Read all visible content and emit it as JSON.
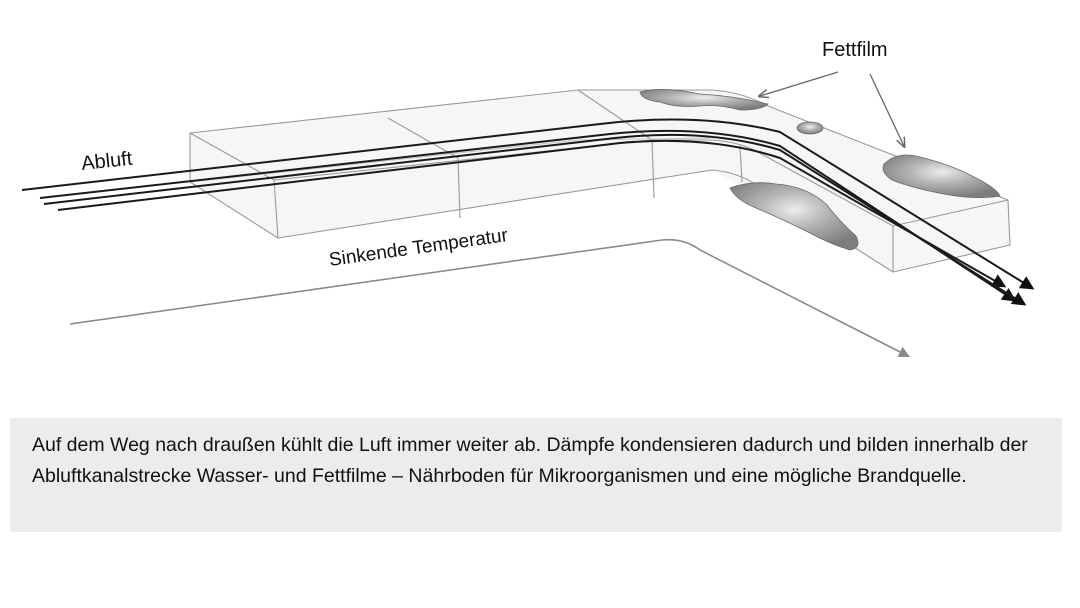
{
  "diagram": {
    "labels": {
      "exhaust_air": "Abluft",
      "grease_film": "Fettfilm",
      "falling_temperature": "Sinkende Temperatur"
    }
  },
  "caption": {
    "text": "Auf dem Weg nach draußen kühlt die Luft immer weiter ab. Dämpfe kondensieren dadurch und bilden innerhalb der Abluftkanalstrecke Wasser- und Fettfilme – Nährboden für Mikroorganismen und eine mögliche Brandquelle."
  },
  "colors": {
    "duct_outline": "#9a9a9a",
    "film": "#8f8f8f",
    "flow_lines": "#1a1a1a",
    "temperature_arrow": "#8a8a8a",
    "caption_background": "#ececec"
  }
}
